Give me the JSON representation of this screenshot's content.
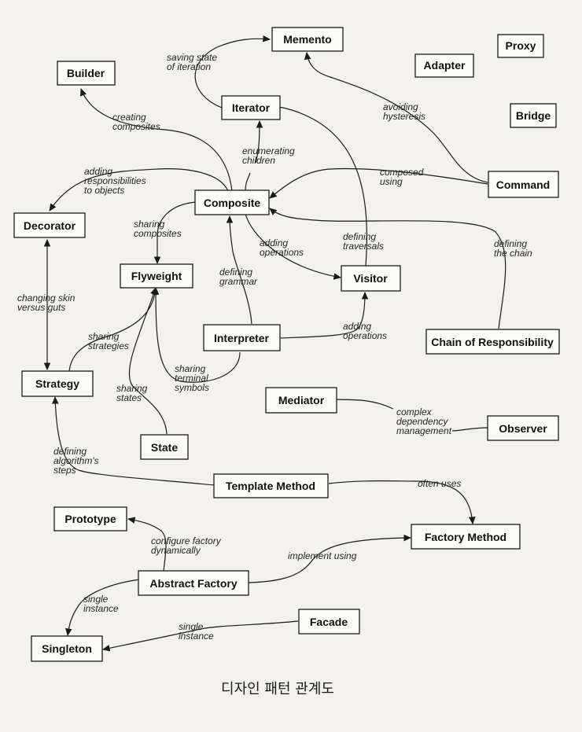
{
  "caption": "디자인 패턴 관계도",
  "nodes": {
    "memento": "Memento",
    "proxy": "Proxy",
    "builder": "Builder",
    "adapter": "Adapter",
    "iterator": "Iterator",
    "bridge": "Bridge",
    "command": "Command",
    "composite": "Composite",
    "decorator": "Decorator",
    "flyweight": "Flyweight",
    "visitor": "Visitor",
    "interpreter": "Interpreter",
    "chain": "Chain of Responsibility",
    "strategy": "Strategy",
    "mediator": "Mediator",
    "observer": "Observer",
    "state": "State",
    "template": "Template Method",
    "prototype": "Prototype",
    "factory_method": "Factory Method",
    "abstract_factory": "Abstract Factory",
    "facade": "Facade",
    "singleton": "Singleton"
  },
  "labels": {
    "saving_state": [
      "saving state",
      "of iteration"
    ],
    "avoiding_hysteresis": [
      "avoiding",
      "hysteresis"
    ],
    "creating_composites": [
      "creating",
      "composites"
    ],
    "enumerating_children": [
      "enumerating",
      "children"
    ],
    "adding_responsibilities": [
      "adding",
      "responsibilities",
      "to objects"
    ],
    "composed_using": [
      "composed",
      "using"
    ],
    "sharing_composites": [
      "sharing",
      "composites"
    ],
    "adding_operations_composite": [
      "adding",
      "operations"
    ],
    "defining_traversals": [
      "defining",
      "traversals"
    ],
    "defining_chain": [
      "defining",
      "the chain"
    ],
    "defining_grammar": [
      "defining",
      "grammar"
    ],
    "changing_skin": [
      "changing skin",
      "versus guts"
    ],
    "adding_operations_interpreter": [
      "adding",
      "operations"
    ],
    "sharing_strategies": [
      "sharing",
      "strategies"
    ],
    "sharing_terminal_symbols": [
      "sharing",
      "terminal",
      "symbols"
    ],
    "sharing_states": [
      "sharing",
      "states"
    ],
    "complex_dependency": [
      "complex",
      "dependency",
      "management"
    ],
    "defining_algorithm_steps": [
      "defining",
      "algorithm's",
      "steps"
    ],
    "often_uses": [
      "often uses"
    ],
    "configure_factory": [
      "configure factory",
      "dynamically"
    ],
    "implement_using": [
      "implement using"
    ],
    "single_instance_af": [
      "single",
      "instance"
    ],
    "single_instance_facade": [
      "single",
      "instance"
    ]
  }
}
